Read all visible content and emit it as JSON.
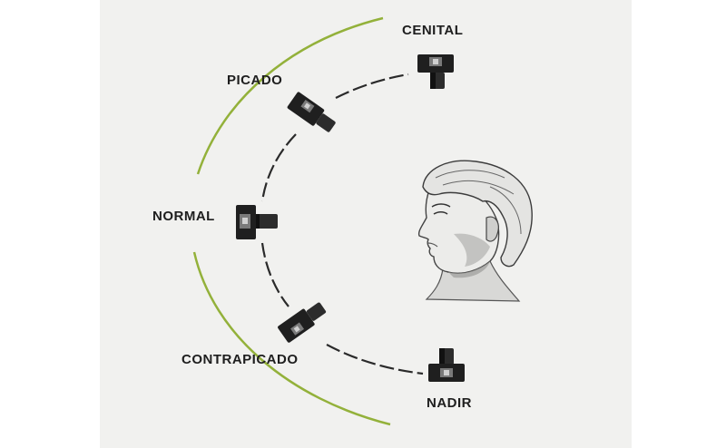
{
  "labels": {
    "cenital": "CENITAL",
    "picado": "PICADO",
    "normal": "NORMAL",
    "contrapicado": "CONTRAPICADO",
    "nadir": "NADIR"
  },
  "colors": {
    "outer_arc": "#93b13a",
    "inner_arc": "#2a2a2a",
    "camera": "#1f1f1f",
    "panel": "#f1f1ef"
  },
  "icons": [
    "camera-icon",
    "head-profile-icon"
  ]
}
